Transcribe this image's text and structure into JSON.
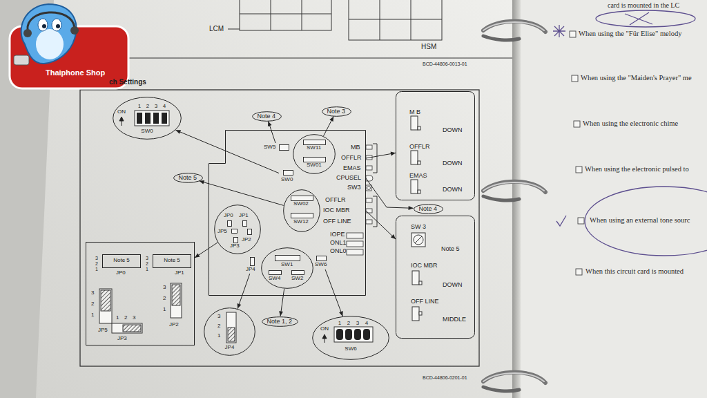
{
  "diagram": {
    "title": "ch Settings",
    "nodes": [
      {
        "text": [
          "Note 4"
        ]
      },
      {
        "text": [
          "Note 3"
        ]
      },
      {
        "text": [
          "ON",
          "1",
          "2",
          "3",
          "4",
          "SW0"
        ]
      },
      {
        "text": [
          "M B",
          "DOWN",
          "OFFLR",
          "DOWN",
          "EMAS",
          "DOWN"
        ]
      },
      {
        "text": [
          "MB",
          "OFFLR",
          "EMAS",
          "CPUSEL",
          "SW3",
          "OFFLR",
          "IOC MBR",
          "OFF LINE",
          "IOPE",
          "ONL1",
          "ONL0"
        ]
      },
      {
        "text": [
          "SW5"
        ],
        "in": 4
      },
      {
        "text": [
          "SW11",
          "SW01"
        ],
        "in": 4
      },
      {
        "text": [
          "SW0"
        ],
        "in": 4
      },
      {
        "text": [
          "SW02",
          "SW12"
        ],
        "in": 4
      },
      {
        "text": [
          "JP0",
          "JP1",
          "JP5",
          "JP2",
          "JP3"
        ],
        "in": 4
      },
      {
        "text": [
          "JP4"
        ],
        "in": 4
      },
      {
        "text": [
          "SW1",
          "SW4",
          "SW2"
        ],
        "in": 4
      },
      {
        "text": [
          "SW6"
        ],
        "in": 4
      },
      {
        "text": [
          "Note 5"
        ]
      },
      {
        "text": [
          "Note 4"
        ]
      },
      {
        "text": [
          "SW 3",
          "Note 5",
          "IOC MBR",
          "DOWN",
          "OFF LINE",
          "MIDDLE"
        ]
      },
      {
        "text": [
          "3",
          "2",
          "1",
          "3",
          "2",
          "1",
          "3",
          "2",
          "1",
          "JP5",
          "3",
          "2",
          "1",
          "JP2",
          "1",
          "2",
          "3",
          "JP3"
        ]
      },
      {
        "text": [
          "Note 5",
          "JP0"
        ],
        "in": 16
      },
      {
        "text": [
          "Note 5",
          "JP1"
        ],
        "in": 16
      },
      {
        "text": [
          "3",
          "2",
          "1",
          "JP4"
        ]
      },
      {
        "text": [
          "Note 1, 2"
        ]
      },
      {
        "text": [
          "ON",
          "1",
          "2",
          "3",
          "4",
          "SW6"
        ]
      }
    ],
    "edges": [
      {
        "from": 5,
        "to": 0,
        "arrow": "to"
      },
      {
        "from": 6,
        "to": 1,
        "arrow": "to"
      },
      {
        "from": 7,
        "to": 2,
        "arrow": "to"
      },
      {
        "from": 8,
        "to": 13,
        "arrow": "to"
      },
      {
        "from": 4,
        "to": 3,
        "arrow": "to"
      },
      {
        "from": 4,
        "to": 14,
        "arrow": "to"
      },
      {
        "from": 4,
        "to": 15,
        "arrow": "to"
      },
      {
        "from": 9,
        "to": 16,
        "arrow": "to"
      },
      {
        "from": 10,
        "to": 19,
        "arrow": "to"
      },
      {
        "from": 11,
        "to": 20,
        "arrow": "to"
      },
      {
        "from": 12,
        "to": 21,
        "arrow": "to"
      }
    ],
    "labels": [
      "LCM",
      "HSM",
      "BCD-44806-0013-01",
      "Thaiphone Shop",
      "card is mounted in the LC",
      "When using the \"Für Elise\" melody",
      "When using the \"Maiden's Prayer\" me",
      "When using the electronic chime",
      "When using the electronic pulsed to",
      "When using an external tone sourc",
      "When this circuit card is mounted",
      "BCD-44806-0201-01"
    ]
  }
}
